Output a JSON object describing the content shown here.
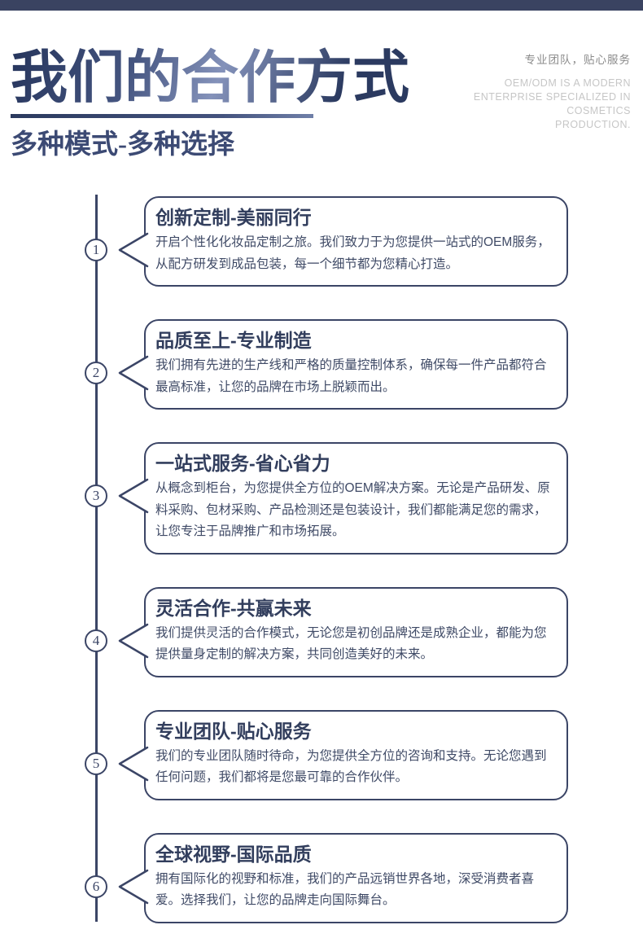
{
  "theme": {
    "navy": "#3b4566",
    "topbar": "#3a4361",
    "title_dark": "#26355c",
    "title_light": "#8492ba",
    "card_title": "#323e5d",
    "card_body": "#3f4a66",
    "tagline_gray": "#8b8b8b",
    "tagline_light_gray": "#c6c6c6"
  },
  "header": {
    "title": "我们的合作方式",
    "subtitle": "多种模式-多种选择",
    "tagline_cn": "专业团队，贴心服务",
    "tagline_en_lines": [
      "OEM/ODM IS A MODERN",
      "ENTERPRISE SPECIALIZED IN",
      "COSMETICS",
      "PRODUCTION."
    ]
  },
  "timeline": {
    "items": [
      {
        "number": "1",
        "title": "创新定制-美丽同行",
        "body": "开启个性化化妆品定制之旅。我们致力于为您提供一站式的OEM服务，从配方研发到成品包装，每一个细节都为您精心打造。"
      },
      {
        "number": "2",
        "title": "品质至上-专业制造",
        "body": "我们拥有先进的生产线和严格的质量控制体系，确保每一件产品都符合最高标准，让您的品牌在市场上脱颖而出。"
      },
      {
        "number": "3",
        "title": "一站式服务-省心省力",
        "body": "从概念到柜台，为您提供全方位的OEM解决方案。无论是产品研发、原料采购、包材采购、产品检测还是包装设计，我们都能满足您的需求，让您专注于品牌推广和市场拓展。"
      },
      {
        "number": "4",
        "title": "灵活合作-共赢未来",
        "body": "我们提供灵活的合作模式，无论您是初创品牌还是成熟企业，都能为您提供量身定制的解决方案，共同创造美好的未来。"
      },
      {
        "number": "5",
        "title": "专业团队-贴心服务",
        "body": "我们的专业团队随时待命，为您提供全方位的咨询和支持。无论您遇到任何问题，我们都将是您最可靠的合作伙伴。"
      },
      {
        "number": "6",
        "title": "全球视野-国际品质",
        "body": "拥有国际化的视野和标准，我们的产品远销世界各地，深受消费者喜爱。选择我们，让您的品牌走向国际舞台。"
      }
    ]
  }
}
